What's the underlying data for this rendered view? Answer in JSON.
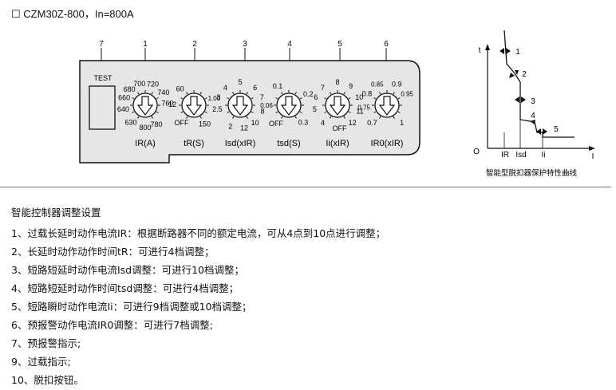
{
  "title": {
    "checkbox": "☐",
    "text": "CZM30Z-800，In=800A"
  },
  "controller": {
    "callouts": [
      "7",
      "1",
      "2",
      "3",
      "4",
      "5",
      "6"
    ],
    "test_label": "TEST",
    "dials": [
      {
        "id": "ir",
        "scale": [
          "680",
          "700",
          "720",
          "660",
          "740",
          "640",
          "760",
          "630",
          "800",
          "780"
        ],
        "label": "IR(A)"
      },
      {
        "id": "tr",
        "scale": [
          "60",
          "1.00",
          "12",
          "OFF",
          "150"
        ],
        "label": "tR(S)"
      },
      {
        "id": "isd",
        "scale": [
          "4",
          "5",
          "6",
          "3",
          "7",
          "2.5",
          "8",
          "2",
          "12",
          "10"
        ],
        "label": "Isd(xIR)"
      },
      {
        "id": "tsd",
        "scale": [
          "0.1",
          "0.2",
          "0.06",
          "OFF",
          "0.3"
        ],
        "label": "tsd(S)"
      },
      {
        "id": "ii",
        "scale": [
          "7",
          "8",
          "9",
          "6",
          "10",
          "5",
          "11",
          "4",
          "OFF",
          "12"
        ],
        "label": "Ii(xIR)"
      },
      {
        "id": "ir0",
        "scale": [
          "0.85",
          "0.8",
          "0.9",
          "0.75",
          "0.95",
          "0.7",
          "1"
        ],
        "label": "IR0(xIR)"
      }
    ]
  },
  "curve": {
    "y_axis": "t",
    "x_axis": "I",
    "origin": "O",
    "markers": [
      "1",
      "2",
      "3",
      "4",
      "5"
    ],
    "x_ticks": [
      "IR",
      "Isd",
      "Ii"
    ],
    "caption": "智能型脱扣器保护特性曲线"
  },
  "settings": {
    "heading": "智能控制器调整设置",
    "items": [
      "1、过载长延时动作电流IR：根据断路器不同的额定电流，可从4点到10点进行调整；",
      "2、长延时动作动作时间tR：可进行4档调整；",
      "3、短路短延时动作电流Isd调整：可进行10档调整；",
      "4、短路短延时动作时间tsd调整：可进行4档调整；",
      "5、短路瞬时动作电流Ii：可进行9档调整或10档调整；",
      "6、预报警动作电流IR0调整：可进行7档调整;",
      "7、预报警指示;",
      "9、过载指示;",
      "10、脱扣按钮。"
    ]
  }
}
